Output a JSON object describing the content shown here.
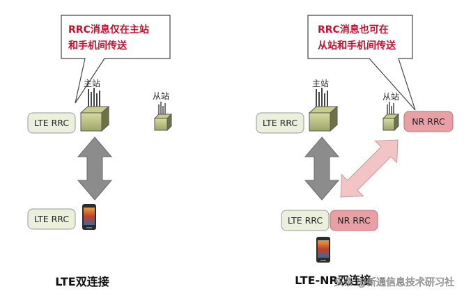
{
  "left": {
    "callout": {
      "line1": "RRC消息仅在主站",
      "line2": "和手机间传送"
    },
    "master_station_label": "主站",
    "secondary_station_label": "从站",
    "lte_rrc_top": "LTE RRC",
    "lte_rrc_bottom": "LTE RRC",
    "caption": "LTE双连接"
  },
  "right": {
    "callout": {
      "line1": "RRC消息也可在",
      "line2": "从站和手机间传送"
    },
    "master_station_label": "主站",
    "secondary_station_label": "从站",
    "lte_rrc_top": "LTE RRC",
    "nr_rrc_top": "NR RRC",
    "lte_rrc_bottom": "LTE RRC",
    "nr_rrc_bottom": "NR RRC",
    "caption": "LTE-NR双连接"
  },
  "watermark": "头条 @新通信息技术研习社",
  "colors": {
    "callout_text": "#c8102e",
    "lte_box_fill": "#eaf0dc",
    "nr_box_fill": "#e8a0a4",
    "arrow_gray": "#8c8c8c",
    "arrow_pink": "#f2c4c6"
  }
}
